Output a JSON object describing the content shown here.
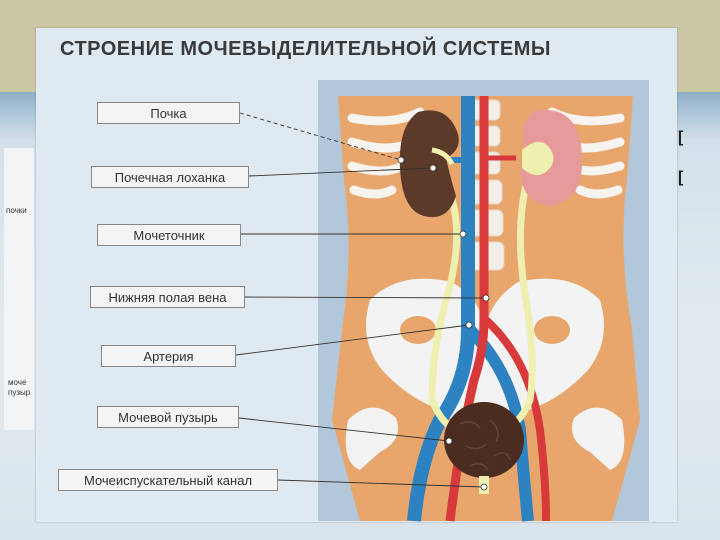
{
  "slide": {
    "title": "СТРОЕНИЕ  МОЧЕВЫДЕЛИТЕЛЬНОЙ  СИСТЕМЫ",
    "background_top_color": "#ccc8a6",
    "background_blue_color": "#a9c3d6"
  },
  "diagram": {
    "labels": [
      {
        "id": "kidney",
        "text": "Почка"
      },
      {
        "id": "renal_pelvis",
        "text": "Почечная лоханка"
      },
      {
        "id": "ureter",
        "text": "Мочеточник"
      },
      {
        "id": "inferior_vena_cava",
        "text": "Нижняя полая вена"
      },
      {
        "id": "artery",
        "text": "Артерия"
      },
      {
        "id": "bladder",
        "text": "Мочевой пузырь"
      },
      {
        "id": "urethra",
        "text": "Мочеиспускательный канал"
      }
    ],
    "colors": {
      "panel": "#b2c7da",
      "body": "#e8a66c",
      "bone": "#f3f3f3",
      "kidney_dark": "#5c3a2a",
      "kidney_section": "#e79a9a",
      "vein": "#2d82c2",
      "artery": "#d8393b",
      "ureter": "#efefb0",
      "bladder": "#4a2c20"
    }
  },
  "left_fragments": [
    "почки",
    "моче",
    "пузыр"
  ],
  "right_fragments": [
    "[",
    "["
  ]
}
